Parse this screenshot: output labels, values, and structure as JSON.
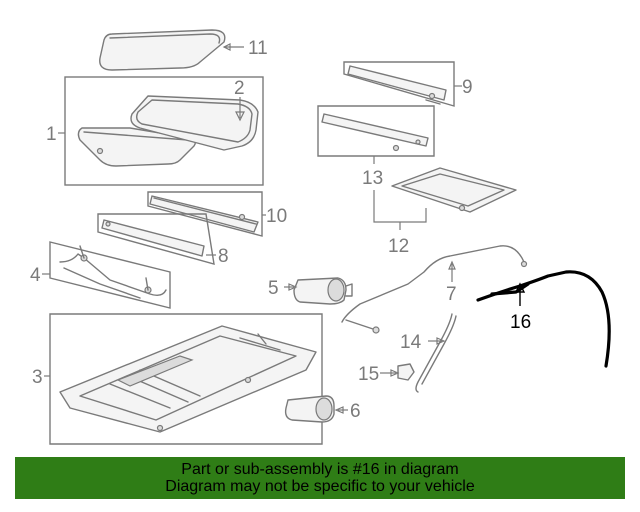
{
  "diagram": {
    "callouts": {
      "c1": "1",
      "c2": "2",
      "c3": "3",
      "c4": "4",
      "c5": "5",
      "c6": "6",
      "c7": "7",
      "c8": "8",
      "c9": "9",
      "c10": "10",
      "c11": "11",
      "c12": "12",
      "c13": "13",
      "c14": "14",
      "c15": "15",
      "c16": "16"
    },
    "highlighted_part": "16",
    "colors": {
      "line": "#7a7a7a",
      "highlight": "#000000",
      "banner": "#2f7d16"
    }
  },
  "banner": {
    "line1": "Part or sub-assembly is #16 in diagram",
    "line2": "Diagram may not be specific to your vehicle"
  }
}
